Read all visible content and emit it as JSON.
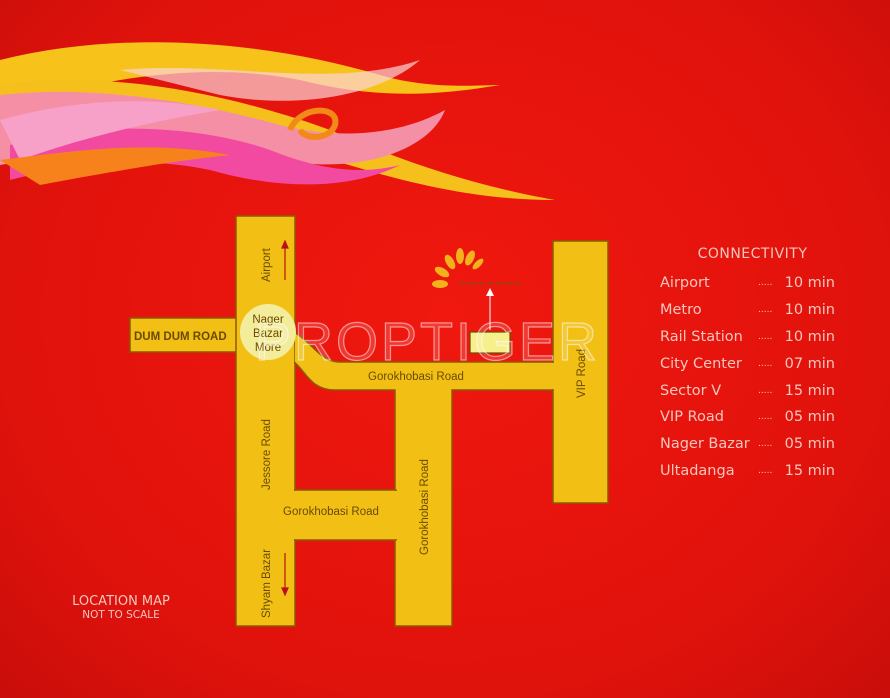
{
  "colors": {
    "background": "#e5140f",
    "road": "#f2c014",
    "road_edge": "#8a5a00",
    "circle": "#f3ec9a",
    "text_light": "#f7c6bd",
    "road_text": "#6b4a00"
  },
  "map": {
    "roads": {
      "dum_dum": "DUM DUM ROAD",
      "airport": "Airport",
      "jessore": "Jessore Road",
      "shyam_bazar": "Shyam Bazar",
      "gorokhobasi_upper": "Gorokhobasi Road",
      "gorokhobasi_lower": "Gorokhobasi Road",
      "gorokhobasi_vertical": "Gorokhobasi Road",
      "vip": "VIP Road"
    },
    "junction": {
      "line1": "Nager",
      "line2": "Bazar",
      "line3": "More"
    },
    "watermark": "PROPTIGER",
    "logo": "project-logo"
  },
  "connectivity": {
    "title": "CONNECTIVITY",
    "items": [
      {
        "name": "Airport",
        "dots": ".....",
        "time": "10 min"
      },
      {
        "name": "Metro",
        "dots": ".....",
        "time": "10 min"
      },
      {
        "name": "Rail Station",
        "dots": ".....",
        "time": "10 min"
      },
      {
        "name": "City Center",
        "dots": ".....",
        "time": "07 min"
      },
      {
        "name": "Sector V",
        "dots": ".....",
        "time": "15 min"
      },
      {
        "name": "VIP Road",
        "dots": ".....",
        "time": "05 min"
      },
      {
        "name": "Nager Bazar",
        "dots": ".....",
        "time": "05 min"
      },
      {
        "name": "Ultadanga",
        "dots": ".....",
        "time": "15 min"
      }
    ]
  },
  "legend": {
    "title": "LOCATION MAP",
    "subtitle": "NOT TO SCALE"
  }
}
